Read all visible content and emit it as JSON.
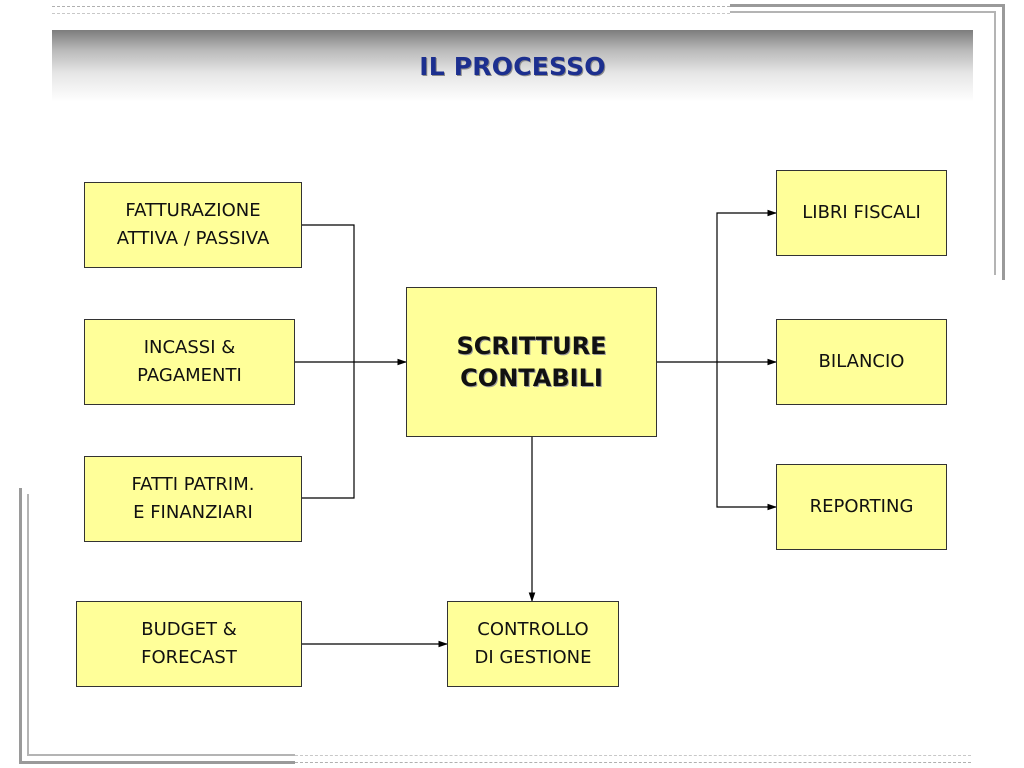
{
  "title": "IL PROCESSO",
  "colors": {
    "title": "#1c2f8f",
    "box_fill": "#ffff99",
    "box_border": "#333333",
    "connector": "#000000",
    "frame": "#9a9a9a"
  },
  "diagram": {
    "inputs": [
      {
        "id": "fatturazione",
        "label": "FATTURAZIONE\nATTIVA / PASSIVA"
      },
      {
        "id": "incassi",
        "label": "INCASSI &\nPAGAMENTI"
      },
      {
        "id": "fatti",
        "label": "FATTI PATRIM.\nE FINANZIARI"
      },
      {
        "id": "budget",
        "label": "BUDGET &\nFORECAST"
      }
    ],
    "center": {
      "id": "scritture",
      "label": "SCRITTURE\nCONTABILI"
    },
    "outputs": [
      {
        "id": "libri",
        "label": "LIBRI FISCALI"
      },
      {
        "id": "bilancio",
        "label": "BILANCIO"
      },
      {
        "id": "reporting",
        "label": "REPORTING"
      }
    ],
    "controllo": {
      "id": "controllo",
      "label": "CONTROLLO\nDI GESTIONE"
    },
    "edges": [
      {
        "from": "fatturazione",
        "to": "scritture"
      },
      {
        "from": "incassi",
        "to": "scritture"
      },
      {
        "from": "fatti",
        "to": "scritture"
      },
      {
        "from": "scritture",
        "to": "libri"
      },
      {
        "from": "scritture",
        "to": "bilancio"
      },
      {
        "from": "scritture",
        "to": "reporting"
      },
      {
        "from": "scritture",
        "to": "controllo"
      },
      {
        "from": "budget",
        "to": "controllo"
      }
    ]
  }
}
